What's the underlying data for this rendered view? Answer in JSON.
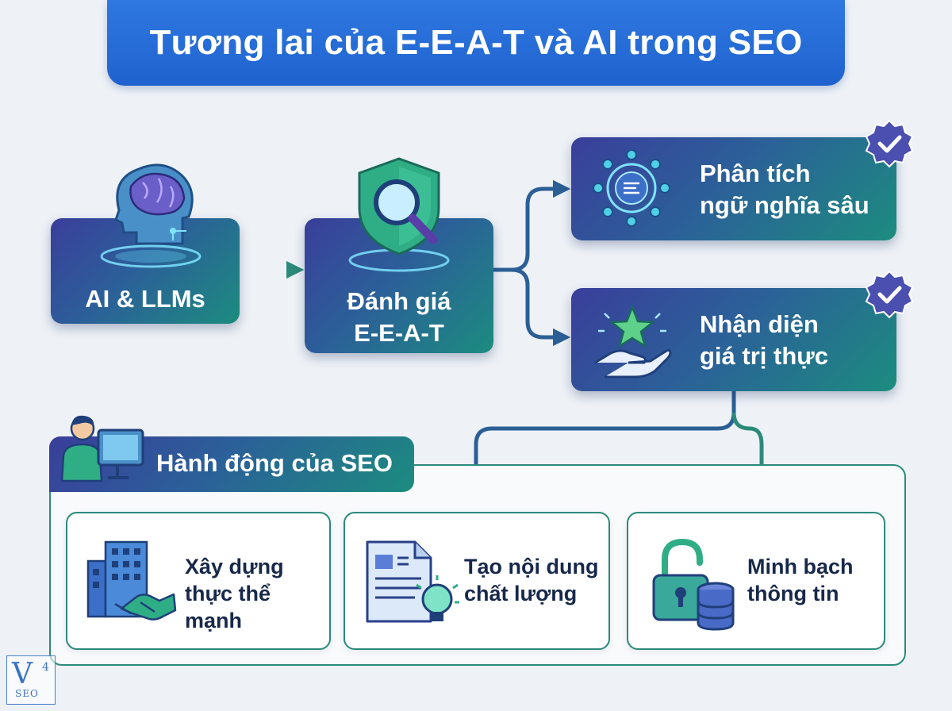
{
  "title": "Tương lai của E-E-A-T và AI trong SEO",
  "nodes": {
    "ai": {
      "label": "AI & LLMs",
      "icon": "brain-robot-head-icon"
    },
    "eeat": {
      "label": "Đánh giá\nE-E-A-T",
      "icon": "shield-magnifier-icon"
    }
  },
  "outcomes": [
    {
      "label": "Phân tích\nngữ nghĩa sâu",
      "icon": "network-nodes-icon",
      "badge": "check-badge-icon"
    },
    {
      "label": "Nhận diện\ngiá trị thực",
      "icon": "hand-star-icon",
      "badge": "check-badge-icon"
    }
  ],
  "actions": {
    "header": "Hành động của SEO",
    "header_icon": "person-computer-icon",
    "cards": [
      {
        "label": "Xây dựng\nthực thể mạnh",
        "icon": "building-handshake-icon"
      },
      {
        "label": "Tạo nội dung\nchất lượng",
        "icon": "document-lightbulb-icon"
      },
      {
        "label": "Minh bạch\nthông tin",
        "icon": "unlock-database-icon"
      }
    ]
  },
  "logo": {
    "main": "V",
    "sup": "4",
    "sub": "SEO"
  },
  "colors": {
    "title_bg": "#2f78e0",
    "gradient_start": "#3a3e9a",
    "gradient_end": "#1c8c7f",
    "connector": "#2b5f96",
    "badge": "#4a4fb0"
  }
}
